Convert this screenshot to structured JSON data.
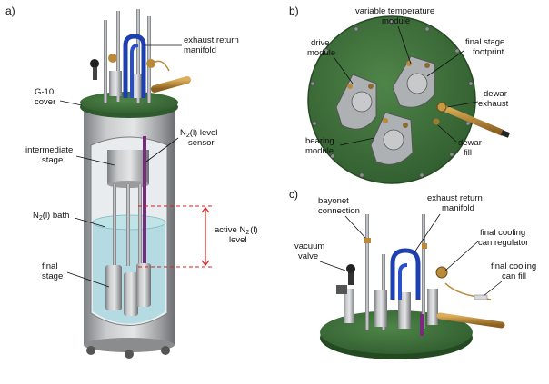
{
  "panels": {
    "a": "a)",
    "b": "b)",
    "c": "c)"
  },
  "labels_a": {
    "exhaust_return_1": "exhaust return",
    "exhaust_return_2": "manifold",
    "g10_1": "G-10",
    "g10_2": "cover",
    "n2_level_pre": "N",
    "n2_level_sub": "2",
    "n2_level_post": "(l) level",
    "n2_level_2": "sensor",
    "intermediate_1": "intermediate",
    "intermediate_2": "stage",
    "n2_bath_pre": "N",
    "n2_bath_sub": "2",
    "n2_bath_post": "(l) bath",
    "active_1": "active N",
    "active_sub": "2",
    "active_post": "(l)",
    "active_2": "level",
    "final_1": "final",
    "final_2": "stage"
  },
  "labels_b": {
    "variable_1": "variable temperature",
    "variable_2": "module",
    "drive_1": "drive",
    "drive_2": "module",
    "final_fp_1": "final stage",
    "final_fp_2": "footprint",
    "dewar_exh_1": "dewar",
    "dewar_exh_2": "exhaust",
    "bearing_1": "bearing",
    "bearing_2": "module",
    "dewar_fill_1": "dewar",
    "dewar_fill_2": "fill"
  },
  "labels_c": {
    "bayonet_1": "bayonet",
    "bayonet_2": "connection",
    "exhaust_1": "exhaust return",
    "exhaust_2": "manifold",
    "vacuum_1": "vacuum",
    "vacuum_2": "valve",
    "regulator_1": "final cooling",
    "regulator_2": "can regulator",
    "canfill_1": "final cooling",
    "canfill_2": "can fill"
  },
  "colors": {
    "steel": "#a9abad",
    "plate_green": "#3f6e3c",
    "manifold_blue": "#1e3fb0",
    "brass": "#b88a3a",
    "bath": "#a9d8de",
    "sensor_purple": "#7a2a7e",
    "guide_red": "#d42020"
  }
}
